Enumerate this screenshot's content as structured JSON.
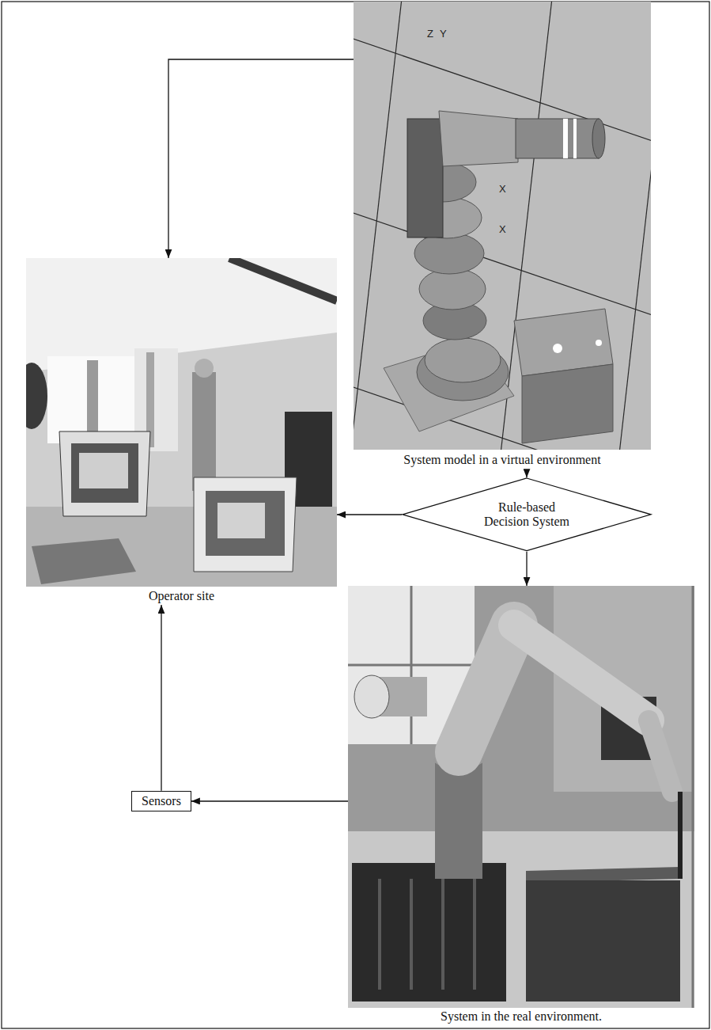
{
  "diagram": {
    "nodes": [
      {
        "text": [
          "System model in a virtual environment"
        ]
      },
      {
        "text": [
          "Operator site"
        ]
      },
      {
        "text": [
          "Rule-based Decision System"
        ]
      },
      {
        "text": [
          "System in the real environment."
        ]
      },
      {
        "text": [
          "Sensors"
        ]
      }
    ],
    "edges": [
      {
        "from": 0,
        "to": 1,
        "arrow": "to"
      },
      {
        "from": 0,
        "to": 2,
        "arrow": "to"
      },
      {
        "from": 2,
        "to": 1,
        "arrow": "to"
      },
      {
        "from": 2,
        "to": 3,
        "arrow": "to"
      },
      {
        "from": 3,
        "to": 4,
        "arrow": "to"
      },
      {
        "from": 4,
        "to": 1,
        "arrow": "to"
      }
    ],
    "labels": [
      "Z",
      "Y",
      "X",
      "X"
    ]
  }
}
